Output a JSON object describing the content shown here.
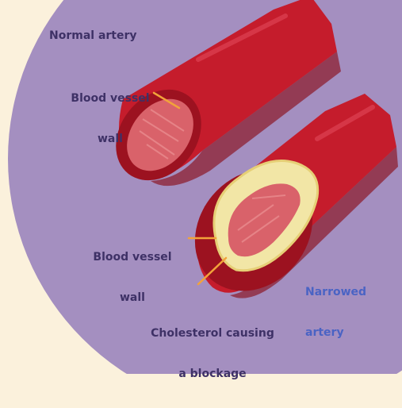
{
  "labels": {
    "normal_artery": "Normal artery",
    "vessel_wall_top_1": "Blood vessel",
    "vessel_wall_top_2": "wall",
    "vessel_wall_bottom_1": "Blood vessel",
    "vessel_wall_bottom_2": "wall",
    "narrowed_artery_1": "Narrowed",
    "narrowed_artery_2": "artery",
    "cholesterol_1": "Cholesterol causing",
    "cholesterol_2": "a blockage"
  },
  "colors": {
    "page_background": "#fbf1dc",
    "circle_background": "#a48fc0",
    "artery_red": "#c51c2c",
    "artery_dark_red": "#8a0e1a",
    "lumen_pink": "#d9626a",
    "cholesterol_yellow": "#f2e6a6",
    "leader_line": "#f2a33a",
    "label_dark": "#3e3166",
    "label_blue": "#4a63c4"
  }
}
